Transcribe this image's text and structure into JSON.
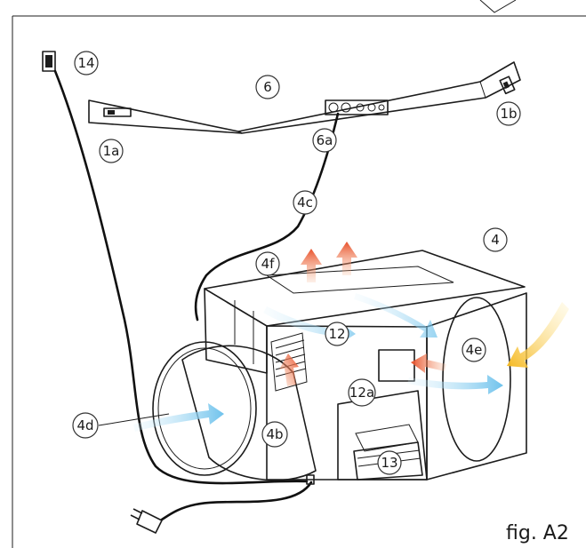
{
  "figure": {
    "caption": "fig. A2",
    "callouts": {
      "c14": "14",
      "c6": "6",
      "c1a": "1a",
      "c6a": "6a",
      "c1b": "1b",
      "c4c": "4c",
      "c4": "4",
      "c4f": "4f",
      "c12": "12",
      "c4e": "4e",
      "c12a": "12a",
      "c4d": "4d",
      "c4b": "4b",
      "c13": "13"
    },
    "colors": {
      "line": "#1c1c1c",
      "warm_arrow": "#e8502a",
      "cool_arrow": "#8fd0f0",
      "yellow_arrow": "#f5b81e",
      "background": "#ffffff"
    }
  }
}
